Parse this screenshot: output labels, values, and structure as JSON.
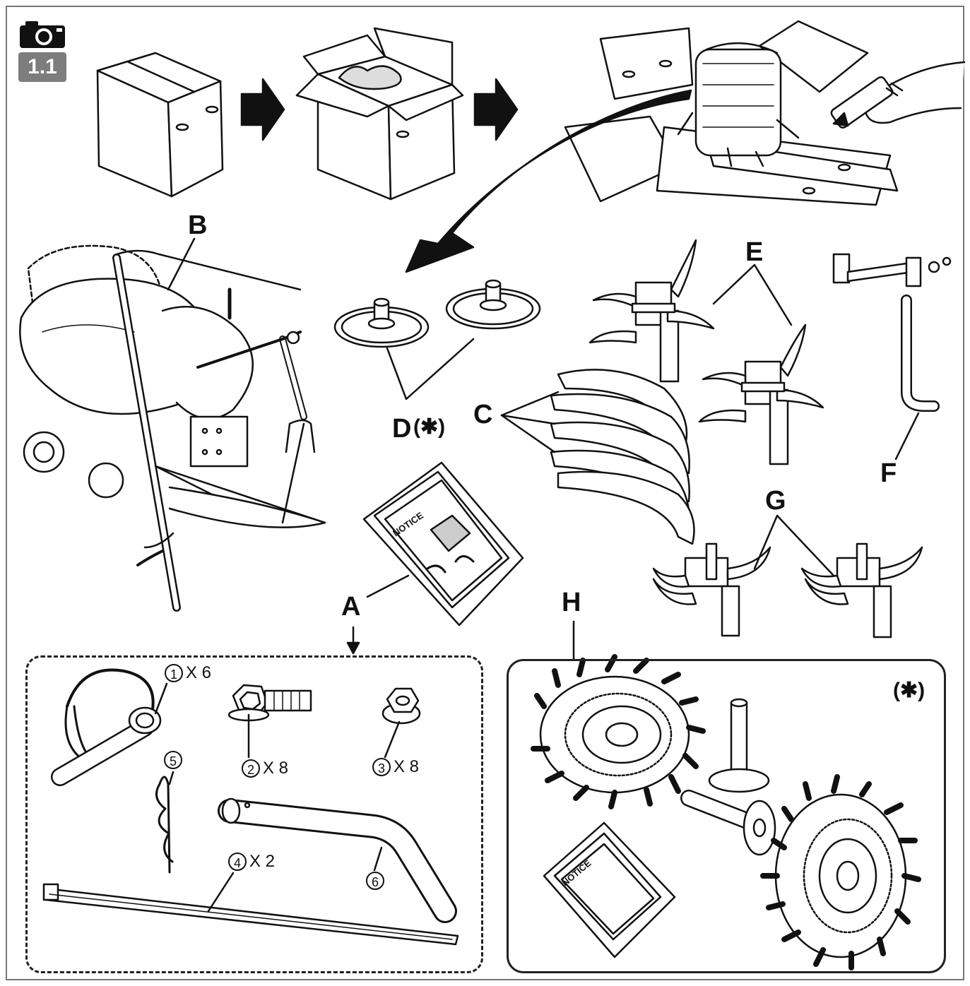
{
  "step": {
    "number": "1.1",
    "camera_icon": "camera-icon"
  },
  "labels": {
    "A": "A",
    "B": "B",
    "C": "C",
    "D": "D",
    "D_mark": "(✱)",
    "E": "E",
    "F": "F",
    "G": "G",
    "H": "H",
    "H_mark": "(✱)"
  },
  "parts": [
    {
      "num": "1",
      "qty": "X 6"
    },
    {
      "num": "2",
      "qty": "X 8"
    },
    {
      "num": "3",
      "qty": "X 8"
    },
    {
      "num": "4",
      "qty": "X 2"
    },
    {
      "num": "5",
      "qty": ""
    },
    {
      "num": "6",
      "qty": ""
    }
  ],
  "notice_text": "NOTICE",
  "colors": {
    "ink": "#111111",
    "badge": "#7d7d7d",
    "frame": "#777777"
  }
}
